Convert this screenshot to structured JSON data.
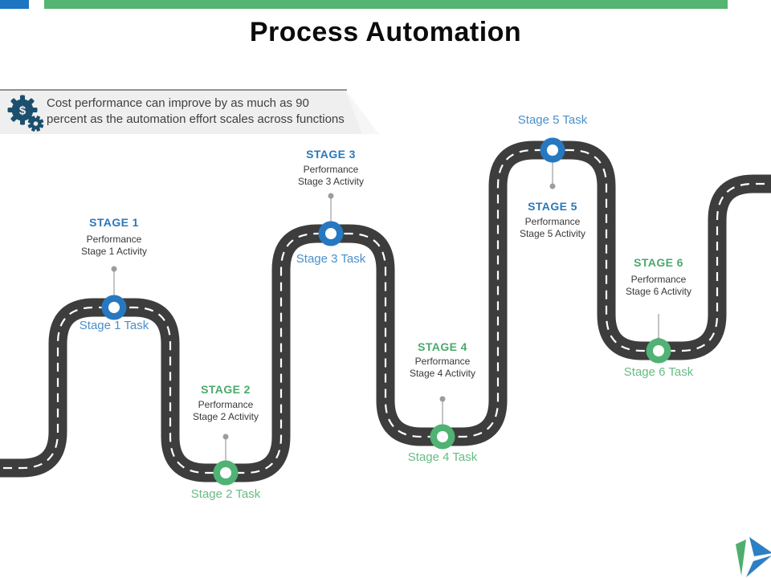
{
  "title": "Process Automation",
  "callout": {
    "line1": "Cost performance can improve by as much as 90",
    "line2": "percent as the automation effort scales across functions",
    "icon": "gears-dollar-icon",
    "dollar": "$"
  },
  "colors": {
    "top_bar_blue": "#1e75c1",
    "top_bar_green": "#55b471",
    "road": "#3d3d3d",
    "road_dash": "#ffffff",
    "marker_blue": "#2778c0",
    "marker_green": "#50b274",
    "marker_inner": "#ffffff",
    "heading_blue": "#2a78ba",
    "heading_green": "#4aa96c",
    "task_blue": "#4a8fcb",
    "task_green": "#68bb85",
    "connector_gray": "#ababab",
    "connector_dot": "#9c9c9c",
    "gear_navy": "#1c4f6e",
    "logo_green": "#4fae6e",
    "logo_blue": "#2d7fc4"
  },
  "stages": [
    {
      "heading": "STAGE 1",
      "desc1": "Performance",
      "desc2": "Stage 1 Activity",
      "task": "Stage 1 Task"
    },
    {
      "heading": "STAGE 2",
      "desc1": "Performance",
      "desc2": "Stage 2 Activity",
      "task": "Stage 2 Task"
    },
    {
      "heading": "STAGE 3",
      "desc1": "Performance",
      "desc2": "Stage 3 Activity",
      "task": "Stage 3 Task"
    },
    {
      "heading": "STAGE 4",
      "desc1": "Performance",
      "desc2": "Stage 4 Activity",
      "task": "Stage 4 Task"
    },
    {
      "heading": "STAGE 5",
      "desc1": "Performance",
      "desc2": "Stage 5 Activity",
      "task": "Stage 5 Task"
    },
    {
      "heading": "STAGE 6",
      "desc1": "Performance",
      "desc2": "Stage 6 Activity",
      "task": "Stage 6 Task"
    }
  ]
}
